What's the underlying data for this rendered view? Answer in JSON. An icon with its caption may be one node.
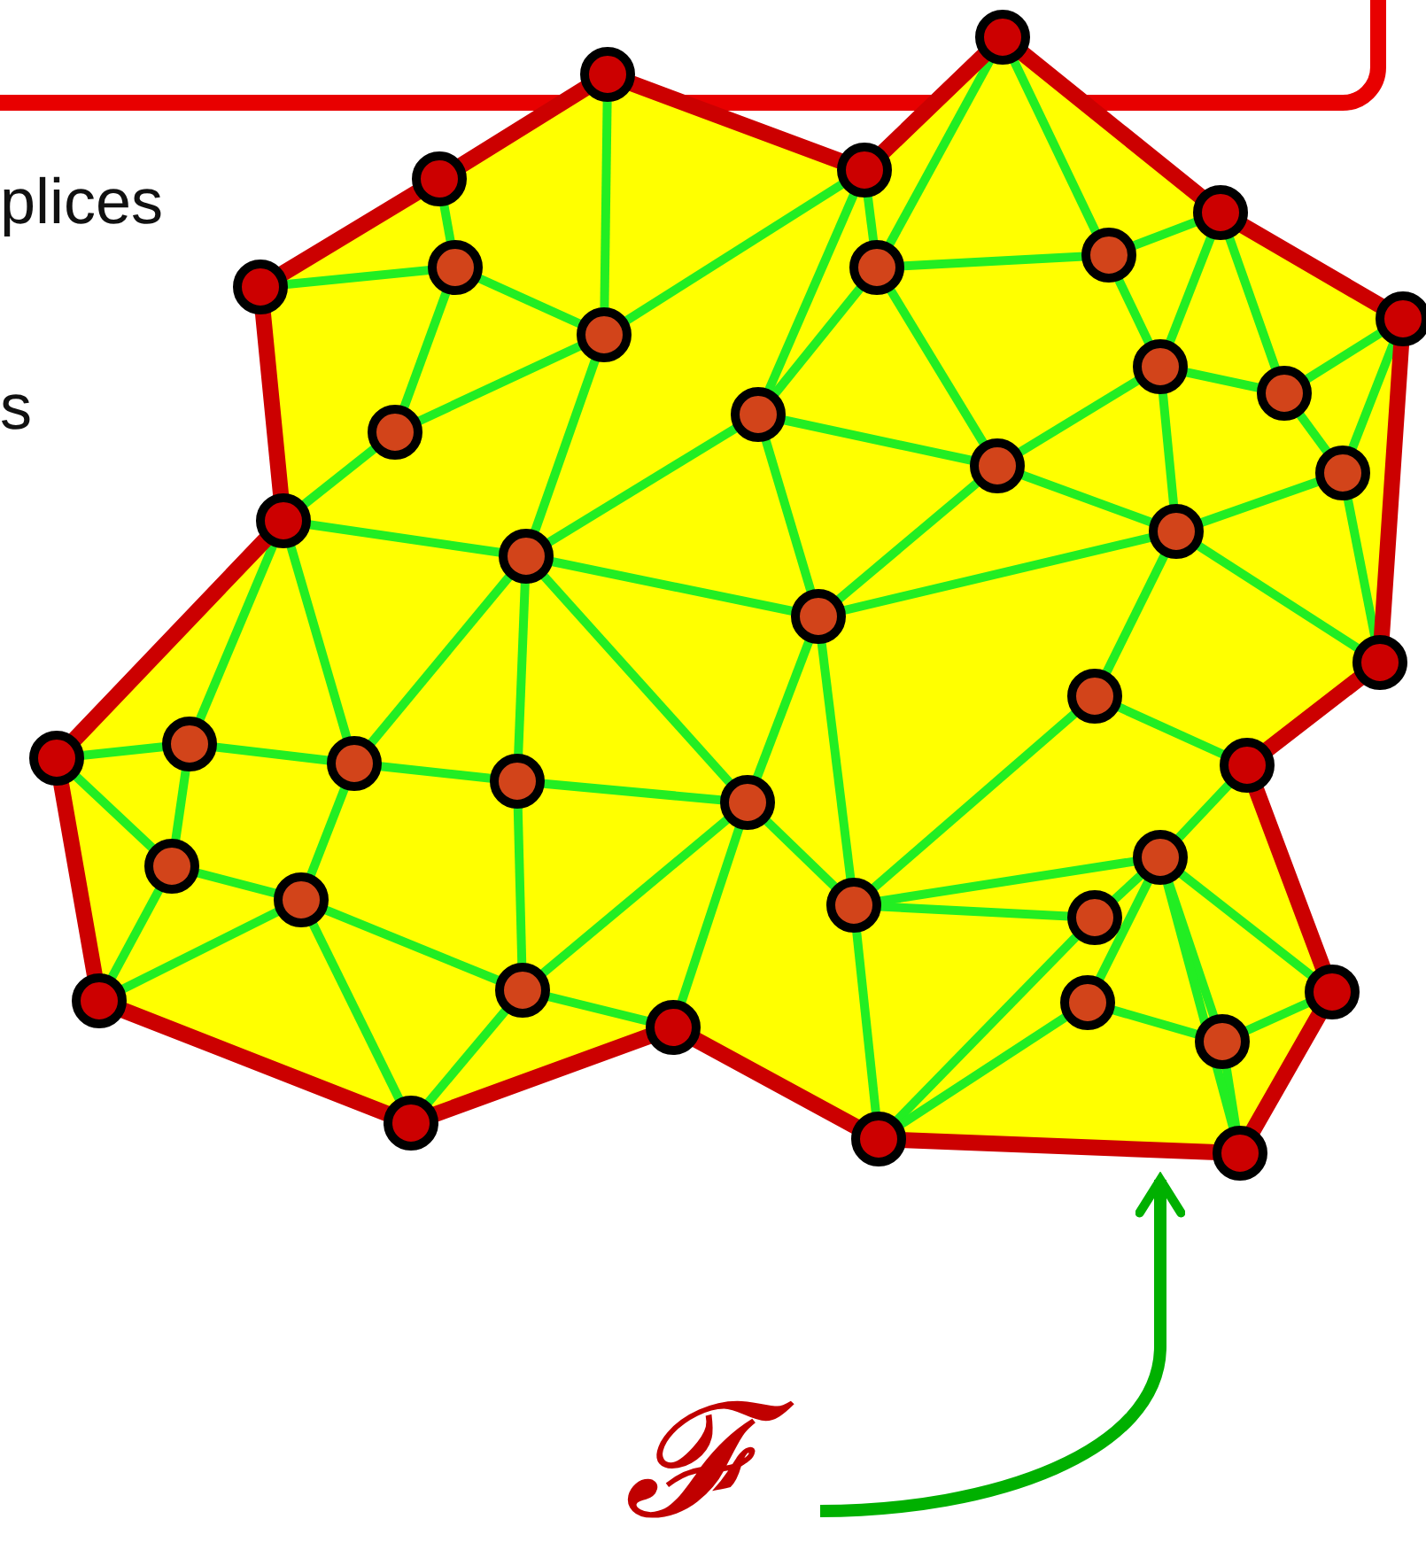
{
  "diagram": {
    "nodes": [
      {
        "text": [
          "𝓕"
        ]
      },
      {
        "text": [],
        "shape": "picture"
      }
    ],
    "edges": [
      {
        "from": 0,
        "to": 1,
        "arrow": "to"
      }
    ],
    "labels": [
      "plices",
      "s"
    ]
  }
}
